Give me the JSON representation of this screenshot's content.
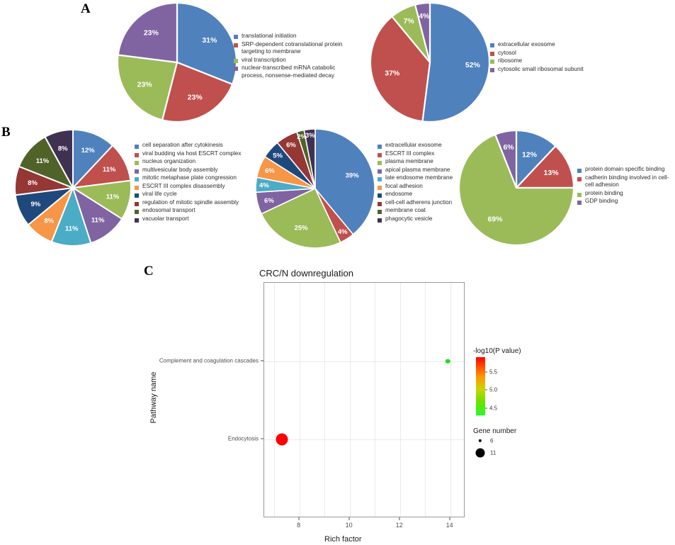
{
  "figure": {
    "panels": [
      {
        "letter": "A"
      },
      {
        "letter": "B"
      },
      {
        "letter": "C"
      }
    ]
  },
  "colors": {
    "blue": "#4F81BD",
    "red": "#C0504D",
    "green": "#9BBB59",
    "purple": "#8064A2",
    "cyan": "#4BACC6",
    "orange": "#F79646",
    "dark_blue": "#1F497D",
    "dark_red": "#953735",
    "olive": "#4F6228",
    "dark_purple": "#403152",
    "point_low": "#22DD22",
    "point_high": "#FF0000"
  },
  "chart_data": [
    {
      "id": "panel-a-biological-process",
      "type": "pie",
      "title": "",
      "labels": [
        "translational initiation",
        "SRP-dependent  cotranslational  protein\ntargeting to membrane",
        "viral transcription",
        "nuclear-transcribed mRNA catabolic\nprocess, nonsense-mediated decay"
      ],
      "values": [
        31,
        23,
        23,
        23
      ],
      "value_labels": [
        "31%",
        "23%",
        "23%",
        "23%"
      ],
      "colors": [
        "#4F81BD",
        "#C0504D",
        "#9BBB59",
        "#8064A2"
      ]
    },
    {
      "id": "panel-a-cellular-component",
      "type": "pie",
      "title": "",
      "labels": [
        "extracellular exosome",
        "cytosol",
        "ribosome",
        "cytosolic small ribosomal subunit"
      ],
      "values": [
        52,
        37,
        7,
        4
      ],
      "value_labels": [
        "52%",
        "37%",
        "7%",
        "4%"
      ],
      "colors": [
        "#4F81BD",
        "#C0504D",
        "#9BBB59",
        "#8064A2"
      ]
    },
    {
      "id": "panel-b-biological-process",
      "type": "pie",
      "title": "",
      "labels": [
        "cell separation after cytokinesis",
        "viral budding via host ESCRT complex",
        "nucleus organization",
        "multivesicular body assembly",
        "mitotic metaphase plate congression",
        "ESCRT III complex disassembly",
        "viral life cycle",
        "regulation of mitotic spindle assembly",
        "endosomal transport",
        "vacuolar transport"
      ],
      "values": [
        12,
        11,
        11,
        11,
        11,
        8,
        9,
        8,
        11,
        8
      ],
      "value_labels": [
        "12%",
        "11%",
        "11%",
        "11%",
        "11%",
        "8%",
        "9%",
        "8%",
        "11%",
        "8%"
      ],
      "colors": [
        "#4F81BD",
        "#C0504D",
        "#9BBB59",
        "#8064A2",
        "#4BACC6",
        "#F79646",
        "#1F497D",
        "#953735",
        "#4F6228",
        "#403152"
      ]
    },
    {
      "id": "panel-b-cellular-component",
      "type": "pie",
      "title": "",
      "labels": [
        "extracellular exosome",
        "ESCRT III complex",
        "plasma membrane",
        "apical plasma membrane",
        "late endosome membrane",
        "focal adhesion",
        "endosome",
        "cell-cell adherens junction",
        "membrane coat",
        "phagocytic vesicle"
      ],
      "values": [
        39,
        4,
        25,
        6,
        4,
        6,
        5,
        6,
        2,
        3
      ],
      "value_labels": [
        "39%",
        "4%",
        "25%",
        "6%",
        "4%",
        "6%",
        "5%",
        "6%",
        "2%",
        "3%"
      ],
      "colors": [
        "#4F81BD",
        "#C0504D",
        "#9BBB59",
        "#8064A2",
        "#4BACC6",
        "#F79646",
        "#1F497D",
        "#953735",
        "#4F6228",
        "#403152"
      ]
    },
    {
      "id": "panel-b-molecular-function",
      "type": "pie",
      "title": "",
      "labels": [
        "protein domain specific binding",
        "cadherin binding involved in cell-\ncell adhesion",
        "protein binding",
        "GDP binding"
      ],
      "values": [
        12,
        13,
        69,
        6
      ],
      "value_labels": [
        "12%",
        "13%",
        "69%",
        "6%"
      ],
      "colors": [
        "#4F81BD",
        "#C0504D",
        "#9BBB59",
        "#8064A2"
      ]
    },
    {
      "id": "panel-c-pathway-scatter",
      "type": "scatter",
      "title": "CRC/N downregulation",
      "xlabel": "Rich factor",
      "ylabel": "Pathway name",
      "xlim": [
        6.6,
        14.6
      ],
      "xticks": [
        8,
        10,
        12,
        14
      ],
      "xtick_labels": [
        "8",
        "10",
        "12",
        "14"
      ],
      "ycategories": [
        "Endocytosis",
        "Complement and coagulation cascades"
      ],
      "grid": true,
      "points": [
        {
          "pathway": "Complement and coagulation cascades",
          "rich_factor": 13.9,
          "gene_number": 6,
          "neg_log10_p": 4.4,
          "color": "#22DD22",
          "radius": 3.2
        },
        {
          "pathway": "Endocytosis",
          "rich_factor": 7.3,
          "gene_number": 11,
          "neg_log10_p": 5.8,
          "color": "#FF0000",
          "radius": 8.5
        }
      ],
      "colorbar": {
        "title": "-log10(P value)",
        "ticks": [
          5.5,
          5.0,
          4.5
        ],
        "tick_labels": [
          "5.5",
          "5.0",
          "4.5"
        ],
        "range": [
          4.3,
          5.9
        ]
      },
      "size_legend": {
        "title": "Gene number",
        "entries": [
          {
            "label": "6",
            "radius": 2.2
          },
          {
            "label": "11",
            "radius": 6.5
          }
        ]
      }
    }
  ]
}
